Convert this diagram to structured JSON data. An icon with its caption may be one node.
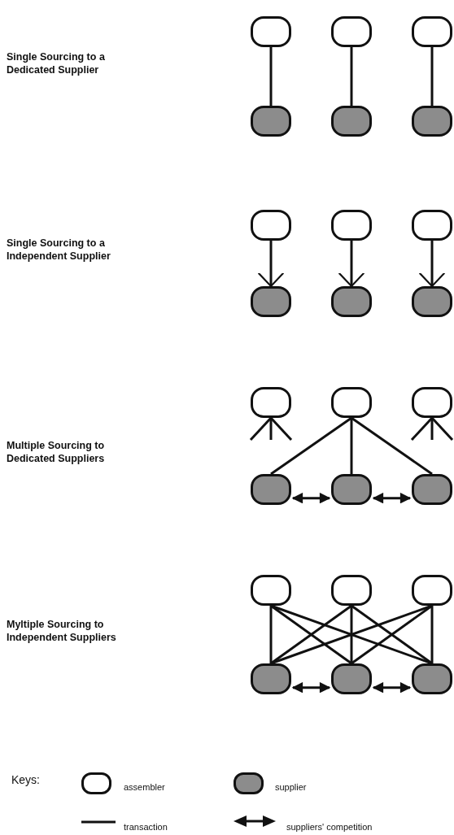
{
  "diagram": {
    "nodes": [
      {
        "text": [],
        "shape": "box"
      },
      {
        "text": [],
        "shape": "box"
      },
      {
        "text": [],
        "shape": "box"
      },
      {
        "text": [],
        "shape": "box"
      },
      {
        "text": [],
        "shape": "box"
      },
      {
        "text": [],
        "shape": "box"
      },
      {
        "text": [],
        "shape": "box"
      },
      {
        "text": [],
        "shape": "box"
      },
      {
        "text": [],
        "shape": "box"
      },
      {
        "text": [],
        "shape": "box"
      },
      {
        "text": [],
        "shape": "box"
      },
      {
        "text": [],
        "shape": "box"
      },
      {
        "text": [],
        "shape": "box"
      },
      {
        "text": [],
        "shape": "box"
      },
      {
        "text": [],
        "shape": "box"
      },
      {
        "text": [],
        "shape": "box"
      },
      {
        "text": [],
        "shape": "box"
      },
      {
        "text": [],
        "shape": "box"
      },
      {
        "text": [],
        "shape": "box"
      },
      {
        "text": [],
        "shape": "box"
      },
      {
        "text": [],
        "shape": "box"
      },
      {
        "text": [],
        "shape": "box"
      },
      {
        "text": [],
        "shape": "box"
      },
      {
        "text": [],
        "shape": "box"
      }
    ],
    "edges": [
      {
        "from": 0,
        "to": 3,
        "arrow": "none"
      },
      {
        "from": 1,
        "to": 4,
        "arrow": "none"
      },
      {
        "from": 2,
        "to": 5,
        "arrow": "none"
      },
      {
        "from": 6,
        "to": 9,
        "arrow": "to"
      },
      {
        "from": 7,
        "to": 10,
        "arrow": "to"
      },
      {
        "from": 8,
        "to": 11,
        "arrow": "to"
      },
      {
        "from": 12,
        "to": null,
        "arrow": "none"
      },
      {
        "from": 12,
        "to": null,
        "arrow": "none"
      },
      {
        "from": 12,
        "to": null,
        "arrow": "none"
      },
      {
        "from": 13,
        "to": 15,
        "arrow": "none"
      },
      {
        "from": 13,
        "to": 16,
        "arrow": "none"
      },
      {
        "from": 13,
        "to": 17,
        "arrow": "none"
      },
      {
        "from": 14,
        "to": null,
        "arrow": "none"
      },
      {
        "from": 14,
        "to": null,
        "arrow": "none"
      },
      {
        "from": 14,
        "to": null,
        "arrow": "none"
      },
      {
        "from": 15,
        "to": 16,
        "arrow": "both"
      },
      {
        "from": 16,
        "to": 17,
        "arrow": "both"
      },
      {
        "from": 18,
        "to": 21,
        "arrow": "none"
      },
      {
        "from": 18,
        "to": 22,
        "arrow": "none"
      },
      {
        "from": 18,
        "to": 23,
        "arrow": "none"
      },
      {
        "from": 19,
        "to": 21,
        "arrow": "none"
      },
      {
        "from": 19,
        "to": 22,
        "arrow": "none"
      },
      {
        "from": 19,
        "to": 23,
        "arrow": "none"
      },
      {
        "from": 20,
        "to": 21,
        "arrow": "none"
      },
      {
        "from": 20,
        "to": 22,
        "arrow": "none"
      },
      {
        "from": 20,
        "to": 23,
        "arrow": "none"
      },
      {
        "from": 21,
        "to": 22,
        "arrow": "both"
      },
      {
        "from": 22,
        "to": 23,
        "arrow": "both"
      }
    ],
    "labels": [
      "Single Sourcing to a Dedicated Supplier",
      "Single Sourcing to a Independent Supplier",
      "Multiple Sourcing to Dedicated Suppliers",
      "Myltiple Sourcing to Independent Suppliers",
      "Keys:"
    ],
    "legend": [
      {
        "text": "assembler"
      },
      {
        "text": "supplier"
      },
      {
        "text": "transaction"
      },
      {
        "text": "suppliers' competition"
      }
    ]
  }
}
